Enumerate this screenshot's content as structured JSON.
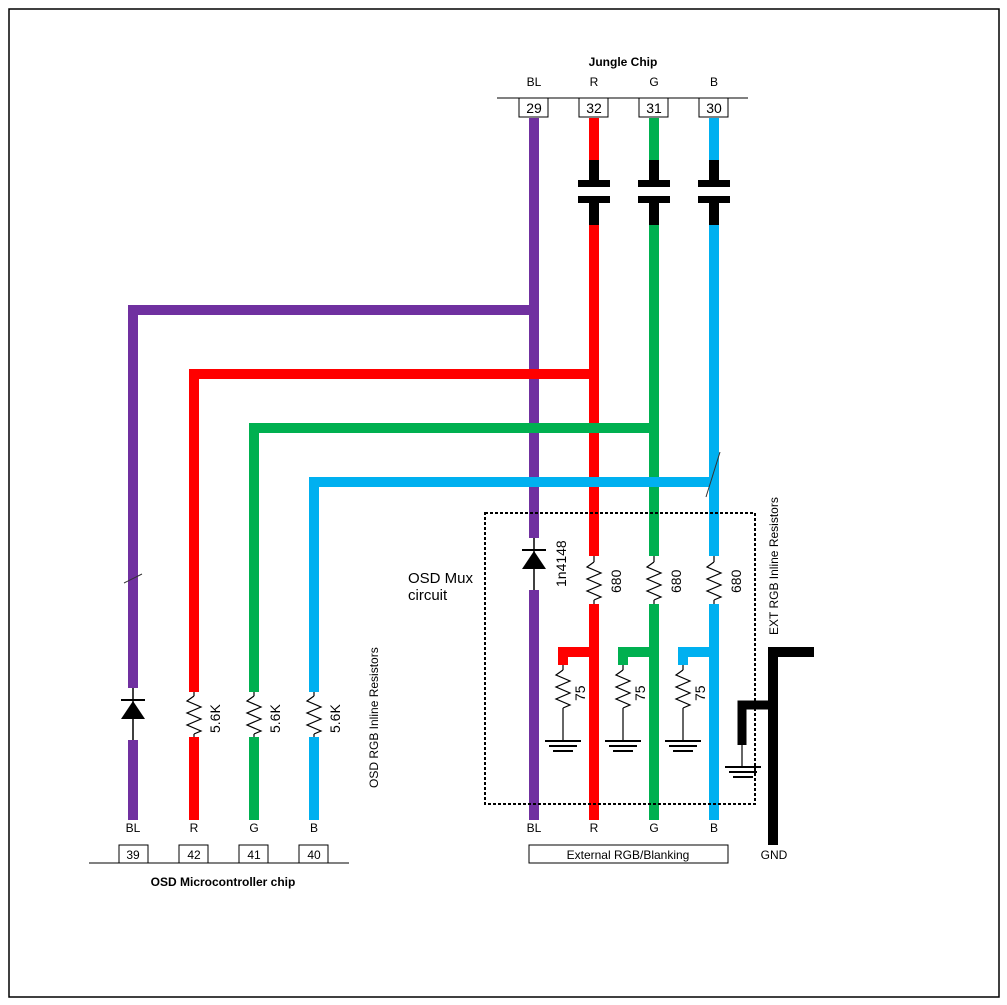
{
  "colors": {
    "bl": "#7030a0",
    "r": "#ff0000",
    "g": "#00b050",
    "b": "#00b0f0",
    "black": "#000000"
  },
  "jungle_chip": {
    "title": "Jungle Chip",
    "pins": [
      {
        "signal": "BL",
        "number": "29"
      },
      {
        "signal": "R",
        "number": "32"
      },
      {
        "signal": "G",
        "number": "31"
      },
      {
        "signal": "B",
        "number": "30"
      }
    ]
  },
  "osd_chip": {
    "title": "OSD Microcontroller chip",
    "pins": [
      {
        "signal": "BL",
        "number": "39"
      },
      {
        "signal": "R",
        "number": "42"
      },
      {
        "signal": "G",
        "number": "41"
      },
      {
        "signal": "B",
        "number": "40"
      }
    ]
  },
  "external": {
    "title": "External RGB/Blanking",
    "pins": [
      {
        "signal": "BL"
      },
      {
        "signal": "R"
      },
      {
        "signal": "G"
      },
      {
        "signal": "B"
      }
    ],
    "gnd_label": "GND"
  },
  "mux_label": [
    "OSD Mux",
    "circuit"
  ],
  "osd_resistors_label": "OSD RGB Inline Resistors",
  "ext_resistors_label": "EXT RGB Inline Resistors",
  "components": {
    "diode_label": "1n4148",
    "mux_series_value": "680",
    "termination_value": "75",
    "osd_series_value": "5.6K"
  }
}
